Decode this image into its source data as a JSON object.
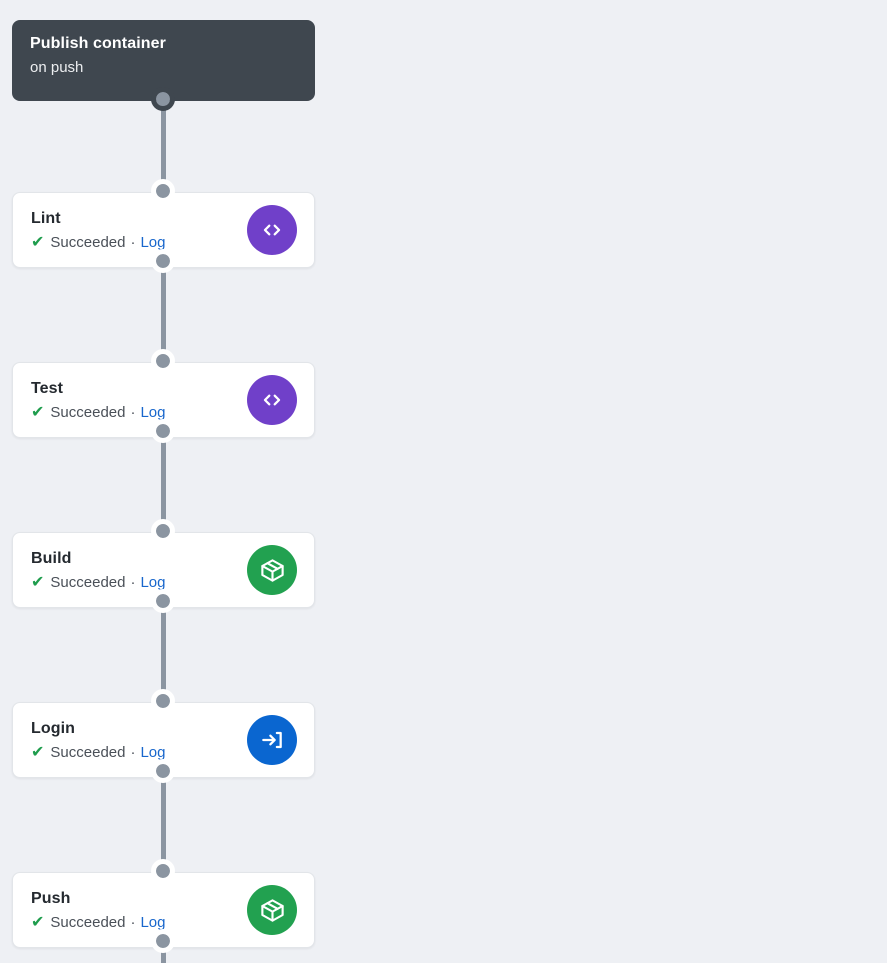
{
  "canvas": {
    "background": "#eef0f4",
    "connector_color": "#8b95a1"
  },
  "header": {
    "title": "Publish container",
    "trigger": "on push",
    "background": "#3f474f",
    "title_color": "#ffffff"
  },
  "status_colors": {
    "success_check": "#1f9d4d",
    "link": "#1866cc",
    "text": "#4a5058",
    "name": "#24292f"
  },
  "icon_colors": {
    "code": "#7040c9",
    "package": "#22a150",
    "login": "#0a66d0"
  },
  "separator": "·",
  "check_glyph": "✔",
  "steps": [
    {
      "name": "Lint",
      "status": "Succeeded",
      "log_label": "Log",
      "icon": "code-icon",
      "icon_color": "#7040c9"
    },
    {
      "name": "Test",
      "status": "Succeeded",
      "log_label": "Log",
      "icon": "code-icon",
      "icon_color": "#7040c9"
    },
    {
      "name": "Build",
      "status": "Succeeded",
      "log_label": "Log",
      "icon": "package-icon",
      "icon_color": "#22a150"
    },
    {
      "name": "Login",
      "status": "Succeeded",
      "log_label": "Log",
      "icon": "login-icon",
      "icon_color": "#0a66d0"
    },
    {
      "name": "Push",
      "status": "Succeeded",
      "log_label": "Log",
      "icon": "package-icon",
      "icon_color": "#22a150"
    }
  ]
}
